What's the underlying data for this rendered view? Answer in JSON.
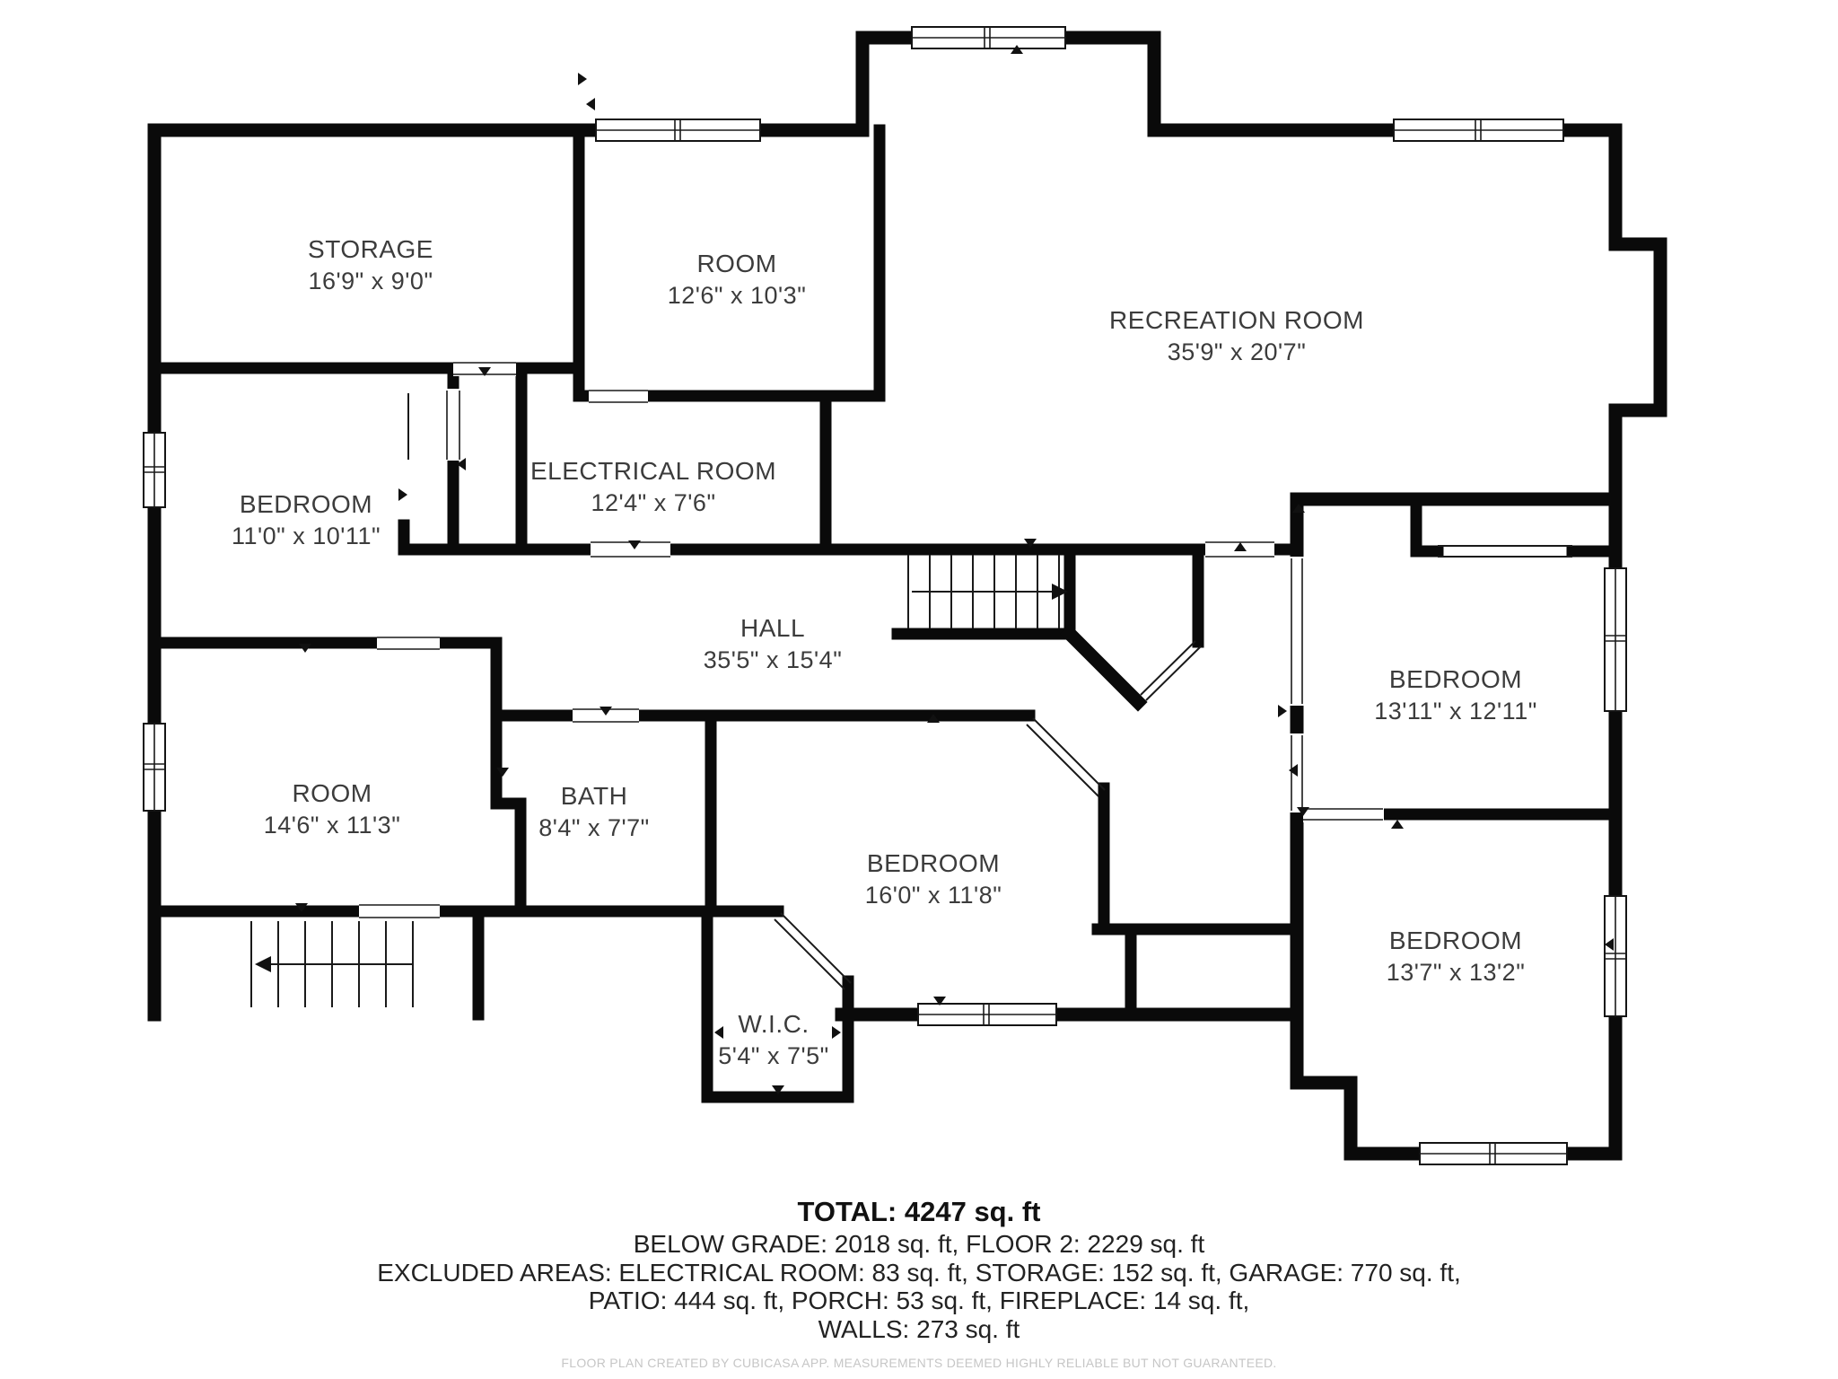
{
  "rooms": [
    {
      "id": "storage",
      "name": "STORAGE",
      "dims": "16'9\" x 9'0\""
    },
    {
      "id": "room-upper",
      "name": "ROOM",
      "dims": "12'6\" x 10'3\""
    },
    {
      "id": "recreation-room",
      "name": "RECREATION ROOM",
      "dims": "35'9\" x 20'7\""
    },
    {
      "id": "bedroom-left",
      "name": "BEDROOM",
      "dims": "11'0\" x 10'11\""
    },
    {
      "id": "electrical-room",
      "name": "ELECTRICAL ROOM",
      "dims": "12'4\" x 7'6\""
    },
    {
      "id": "hall",
      "name": "HALL",
      "dims": "35'5\" x 15'4\""
    },
    {
      "id": "bedroom-top-right",
      "name": "BEDROOM",
      "dims": "13'11\" x 12'11\""
    },
    {
      "id": "room-left",
      "name": "ROOM",
      "dims": "14'6\" x 11'3\""
    },
    {
      "id": "bath",
      "name": "BATH",
      "dims": "8'4\" x 7'7\""
    },
    {
      "id": "bedroom-middle",
      "name": "BEDROOM",
      "dims": "16'0\" x 11'8\""
    },
    {
      "id": "wic",
      "name": "W.I.C.",
      "dims": "5'4\" x 7'5\""
    },
    {
      "id": "bedroom-bottom-right",
      "name": "BEDROOM",
      "dims": "13'7\" x 13'2\""
    }
  ],
  "summary": {
    "total": "TOTAL: 4247 sq. ft",
    "line2": "BELOW GRADE: 2018 sq. ft, FLOOR 2: 2229 sq. ft",
    "line3": "EXCLUDED AREAS: ELECTRICAL ROOM: 83 sq. ft, STORAGE: 152 sq. ft, GARAGE: 770 sq. ft,",
    "line4": "PATIO: 444 sq. ft, PORCH: 53 sq. ft, FIREPLACE: 14 sq. ft,",
    "line5": "WALLS: 273 sq. ft"
  },
  "disclaimer": "FLOOR PLAN CREATED BY CUBICASA APP. MEASUREMENTS DEEMED HIGHLY RELIABLE BUT NOT GUARANTEED.",
  "colors": {
    "wall": "#0a0a0a",
    "label_text": "#3c3c3c",
    "disclaimer_text": "#c6c6c6",
    "background": "#ffffff"
  }
}
